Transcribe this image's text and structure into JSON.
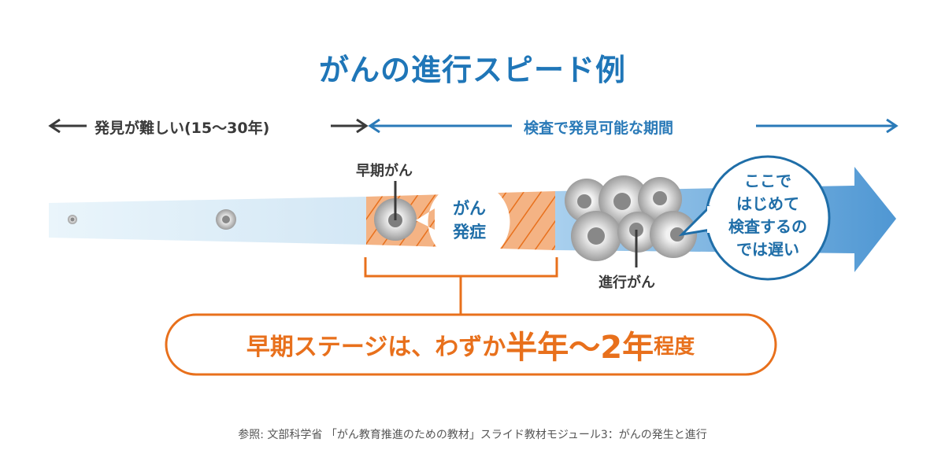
{
  "title": "がんの進行スピード例",
  "timeline": {
    "hard_to_detect": "発見が難しい(15〜30年)",
    "detectable": "検査で発見可能な期間"
  },
  "labels": {
    "early_cancer": "早期がん",
    "onset_line1": "がん",
    "onset_line2": "発症",
    "advanced_cancer": "進行がん",
    "late_line1": "ここで",
    "late_line2": "はじめて",
    "late_line3": "検査するの",
    "late_line4": "では遅い"
  },
  "stage": {
    "prefix": "早期ステージは、わずか",
    "emphasis": "半年〜2年",
    "suffix": "程度"
  },
  "reference": "参照: 文部科学省 「がん教育推進のための教材」スライド教材モジュール3：がんの発生と進行",
  "colors": {
    "blue": "#1f76b8",
    "orange": "#e8701c",
    "hatch": "#f4b384"
  }
}
